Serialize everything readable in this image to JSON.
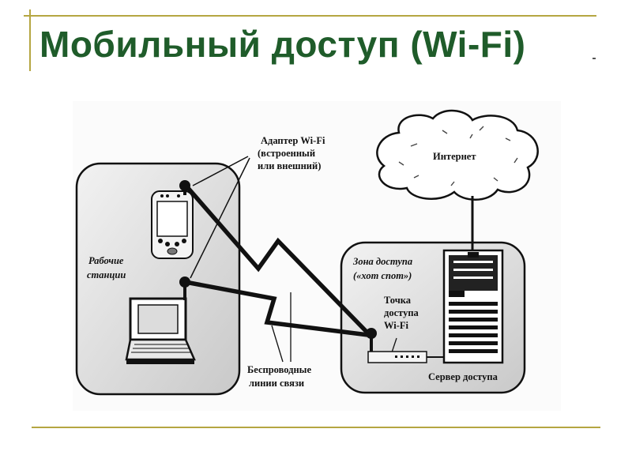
{
  "slide": {
    "title": "Мобильный доступ (Wi-Fi)"
  },
  "colors": {
    "title": "#1f5c2a",
    "frame_lines": "#b5a642"
  },
  "diagram": {
    "adapter_label": [
      "Адаптер Wi-Fi",
      "(встроенный",
      "или внешний)"
    ],
    "internet_label": "Интернет",
    "workstations_label": [
      "Рабочие",
      "станции"
    ],
    "zone_label": [
      "Зона доступа",
      "(«хот спот»)"
    ],
    "access_point_label": [
      "Точка",
      "доступа",
      "Wi-Fi"
    ],
    "wireless_label": [
      "Беспроводные",
      "линии связи"
    ],
    "server_label": "Сервер доступа"
  }
}
